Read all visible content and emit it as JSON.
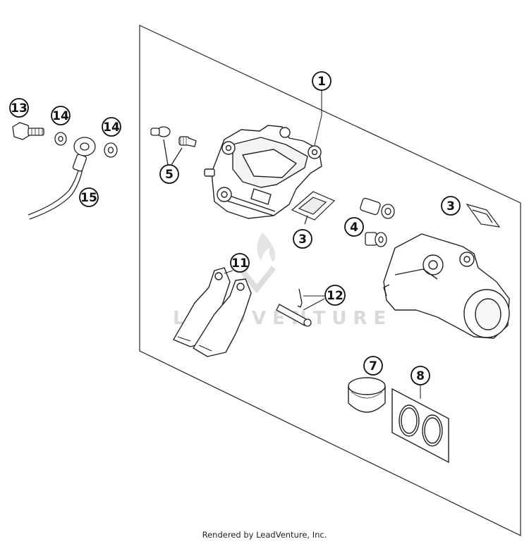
{
  "callouts": {
    "c1": "1",
    "c3a": "3",
    "c3b": "3",
    "c4": "4",
    "c5": "5",
    "c7": "7",
    "c8": "8",
    "c11": "11",
    "c12": "12",
    "c13": "13",
    "c14a": "14",
    "c14b": "14",
    "c15": "15"
  },
  "watermark": "LEADVENTURE",
  "footer": "Rendered by LeadVenture, Inc."
}
